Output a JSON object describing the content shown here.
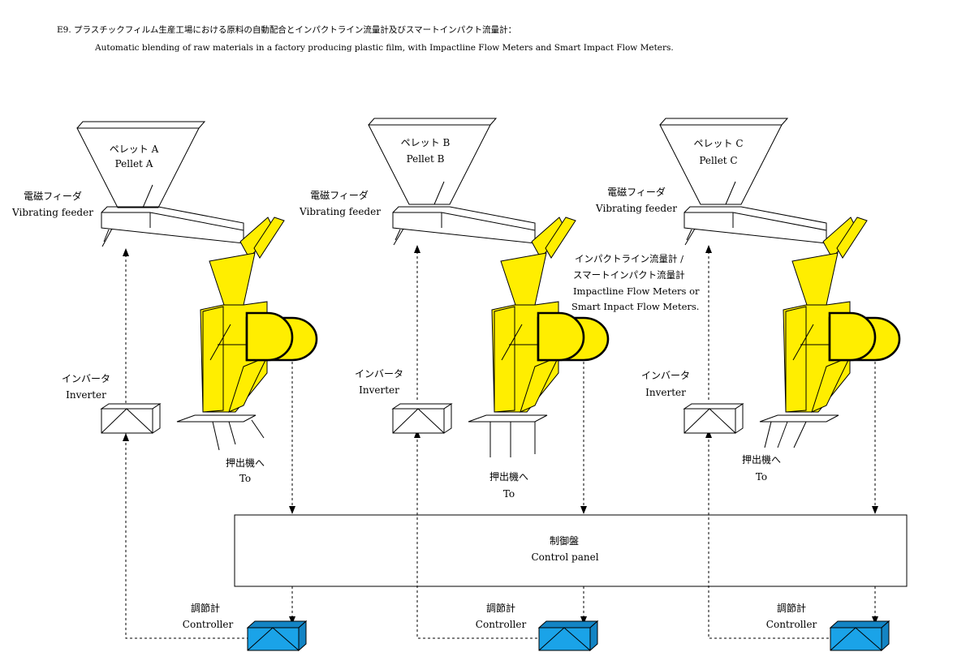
{
  "header": {
    "line_ja": "E9. プラスチックフィルム生産工場における原料の自動配合とインパクトライン流量計及びスマートインパクト流量計：",
    "line_en": "Automatic blending of raw materials in a factory producing plastic film, with Impactline Flow Meters and Smart Impact Flow Meters."
  },
  "units": [
    {
      "pellet_ja": "ペレット A",
      "pellet_en": "Pellet A",
      "feeder_ja": "電磁フィーダ",
      "feeder_en": "Vibrating feeder",
      "inverter_ja": "インバータ",
      "inverter_en": "Inverter",
      "extruder_ja": "押出機へ",
      "extruder_en": "To",
      "controller_ja": "調節計",
      "controller_en": "Controller"
    },
    {
      "pellet_ja": "ペレット B",
      "pellet_en": "Pellet B",
      "feeder_ja": "電磁フィーダ",
      "feeder_en": "Vibrating feeder",
      "inverter_ja": "インバータ",
      "inverter_en": "Inverter",
      "extruder_ja": "押出機へ",
      "extruder_en": "To",
      "controller_ja": "調節計",
      "controller_en": "Controller"
    },
    {
      "pellet_ja": "ペレット C",
      "pellet_en": "Pellet C",
      "feeder_ja": "電磁フィーダ",
      "feeder_en": "Vibrating feeder",
      "inverter_ja": "インバータ",
      "inverter_en": "Inverter",
      "extruder_ja": "押出機へ",
      "extruder_en": "To",
      "controller_ja": "調節計",
      "controller_en": "Controller"
    }
  ],
  "flowmeter_label": {
    "ja_1": "インパクトライン流量計 /",
    "ja_2": "スマートインパクト流量計",
    "en_1": "Impactline Flow Meters or",
    "en_2": "Smart Inpact Flow Meters."
  },
  "control_panel": {
    "ja": "制御盤",
    "en": "Control panel"
  },
  "colors": {
    "flow_meter": "#ffee00",
    "controller": "#1aa3e8",
    "controller_side": "#1384c4",
    "line": "#000000"
  },
  "icons": {
    "hopper": "hopper-icon",
    "feeder": "vibrating-feeder-icon",
    "flow_meter": "impact-flow-meter-icon",
    "inverter": "inverter-box-icon",
    "controller": "controller-box-icon"
  }
}
